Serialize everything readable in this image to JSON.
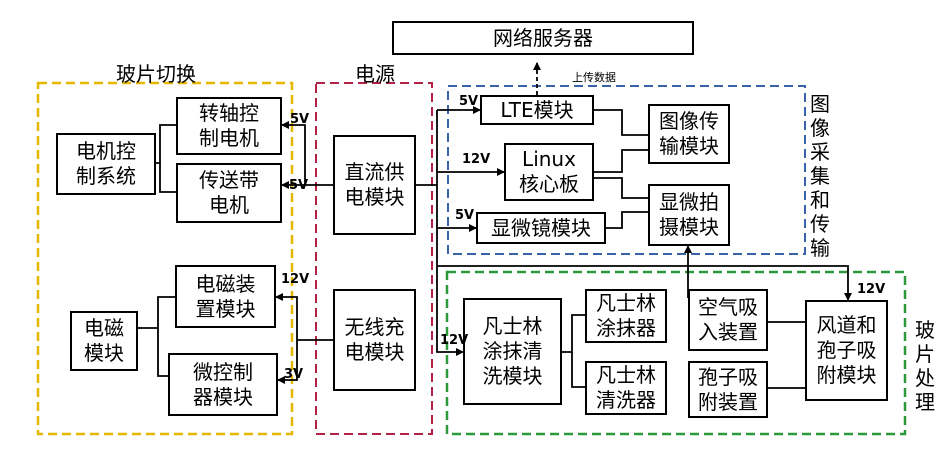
{
  "groups": {
    "switch": "玻片切换",
    "power": "电源",
    "image": "图\n像\n采\n集\n和\n传\n输",
    "process": "玻\n片\n处\n理"
  },
  "boxes": {
    "server": "网络服务器",
    "motor_ctrl": "电机控\n制系统",
    "shaft_motor": "转轴控\n制电机",
    "belt_motor": "传送带\n电机",
    "em_device": "电磁装\n置模块",
    "em": "电磁\n模块",
    "mcu": "微控制\n器模块",
    "dc_power": "直流供\n电模块",
    "wireless": "无线充\n电模块",
    "lte": "LTE模块",
    "linux": "Linux\n核心板",
    "microscope": "显微镜模块",
    "img_tx": "图像传\n输模块",
    "micro_shot": "显微拍\n摄模块",
    "vaseline_clean_mod": "凡士林\n涂抹清\n洗模块",
    "vaseline_apply": "凡士林\n涂抹器",
    "vaseline_wash": "凡士林\n清洗器",
    "air_intake": "空气吸\n入装置",
    "spore_adsorb": "孢子吸\n附装置",
    "duct_spore": "风道和\n孢子吸\n附模块"
  },
  "labels": {
    "upload": "上传数据",
    "v_shaft": "5V",
    "v_belt": "5V",
    "v_em_device": "12V",
    "v_mcu": "3V",
    "v_lte": "5V",
    "v_linux": "12V",
    "v_microscope": "5V",
    "v_vaseline": "12V",
    "v_duct": "12V"
  },
  "colors": {
    "switch_border": "#e6b800",
    "power_border": "#b22244",
    "image_border": "#3a62a8",
    "process_border": "#2a9a3a"
  }
}
